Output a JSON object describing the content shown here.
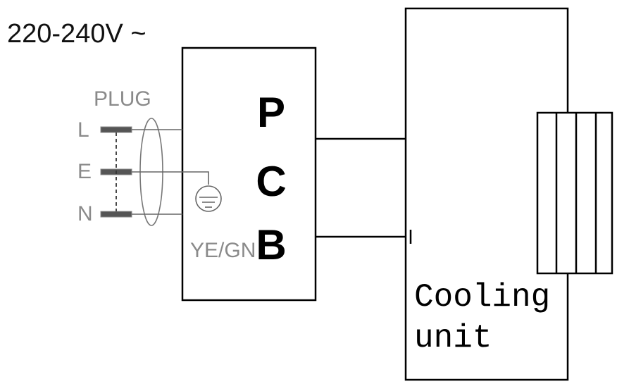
{
  "supply": {
    "voltage": "220-240V ~"
  },
  "plug": {
    "label": "PLUG",
    "terminals": {
      "live": "L",
      "earth": "E",
      "neutral": "N"
    },
    "earth_wire_label": "YE/GN"
  },
  "pcb": {
    "letters": [
      "P",
      "C",
      "B"
    ]
  },
  "cooling_unit": {
    "line1": "Cooling",
    "line2": "unit"
  }
}
